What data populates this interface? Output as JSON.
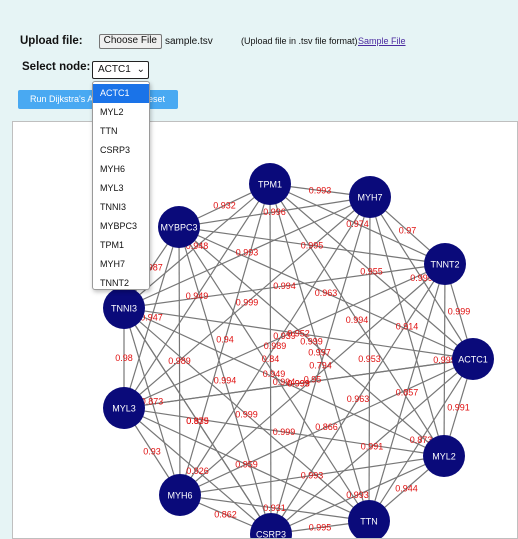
{
  "upload": {
    "label": "Upload file:",
    "button_label": "Choose File",
    "file_name": "sample.tsv",
    "hint": "(Upload file in .tsv file format)",
    "sample_link": "Sample File"
  },
  "select": {
    "label": "Select node:",
    "value": "ACTC1",
    "options": [
      "ACTC1",
      "MYL2",
      "TTN",
      "CSRP3",
      "MYH6",
      "MYL3",
      "TNNI3",
      "MYBPC3",
      "TPM1",
      "MYH7",
      "TNNT2"
    ]
  },
  "run_button": {
    "label": "Run Dijkstra's Alg",
    "reset_label": "eset"
  },
  "colors": {
    "node_fill": "#0a0a7a",
    "edge": "#777777",
    "edge_label": "#e01010",
    "accent": "#49a9f2"
  },
  "graph": {
    "nodes": [
      "TPM1",
      "MYH7",
      "TNNT2",
      "ACTC1",
      "MYL2",
      "TTN",
      "CSRP3",
      "MYH6",
      "MYL3",
      "TNNI3",
      "MYBPC3"
    ],
    "edges": [
      {
        "from": "TPM1",
        "to": "MYH7",
        "weight": "0.993"
      },
      {
        "from": "TPM1",
        "to": "MYBPC3",
        "weight": "0.932"
      },
      {
        "from": "TPM1",
        "to": "TNNI3",
        "weight": "0.948"
      },
      {
        "from": "TPM1",
        "to": "TNNT2",
        "weight": "0.974"
      },
      {
        "from": "TPM1",
        "to": "ACTC1",
        "weight": "0.955"
      },
      {
        "from": "TPM1",
        "to": "MYL2",
        "weight": "0.994"
      },
      {
        "from": "TPM1",
        "to": "TTN",
        "weight": "0.997"
      },
      {
        "from": "TPM1",
        "to": "CSRP3",
        "weight": "0.84"
      },
      {
        "from": "TPM1",
        "to": "MYH6",
        "weight": "0.94"
      },
      {
        "from": "TPM1",
        "to": "MYL3",
        "weight": "0.949"
      },
      {
        "from": "MYH7",
        "to": "TNNT2",
        "weight": "0.97"
      },
      {
        "from": "MYH7",
        "to": "MYBPC3",
        "weight": "0.996"
      },
      {
        "from": "MYH7",
        "to": "TNNI3",
        "weight": "0.993"
      },
      {
        "from": "MYH7",
        "to": "ACTC1",
        "weight": "0.999"
      },
      {
        "from": "MYH7",
        "to": "MYL2",
        "weight": "0.914"
      },
      {
        "from": "MYH7",
        "to": "TTN",
        "weight": "0.953"
      },
      {
        "from": "MYH7",
        "to": "CSRP3",
        "weight": "0.794"
      },
      {
        "from": "MYH7",
        "to": "MYH6",
        "weight": "0.989"
      },
      {
        "from": "MYH7",
        "to": "MYL3",
        "weight": "0.999"
      },
      {
        "from": "TNNT2",
        "to": "ACTC1",
        "weight": "0.999"
      },
      {
        "from": "TNNT2",
        "to": "MYBPC3",
        "weight": "0.995"
      },
      {
        "from": "TNNT2",
        "to": "TNNI3",
        "weight": "0.994"
      },
      {
        "from": "TNNT2",
        "to": "MYL2",
        "weight": "0.999"
      },
      {
        "from": "TNNT2",
        "to": "TTN",
        "weight": "0.857"
      },
      {
        "from": "TNNT2",
        "to": "CSRP3",
        "weight": "0.963"
      },
      {
        "from": "TNNT2",
        "to": "MYH6",
        "weight": "0.95"
      },
      {
        "from": "TNNT2",
        "to": "MYL3",
        "weight": "0.939"
      },
      {
        "from": "ACTC1",
        "to": "MYL2",
        "weight": "0.991"
      },
      {
        "from": "ACTC1",
        "to": "TTN",
        "weight": "0.873"
      },
      {
        "from": "ACTC1",
        "to": "TNNI3",
        "weight": "0.952"
      },
      {
        "from": "ACTC1",
        "to": "MYBPC3",
        "weight": "0.963"
      },
      {
        "from": "ACTC1",
        "to": "MYH6",
        "weight": "0.866"
      },
      {
        "from": "ACTC1",
        "to": "MYL3",
        "weight": "0.999"
      },
      {
        "from": "ACTC1",
        "to": "CSRP3",
        "weight": "0.991"
      },
      {
        "from": "MYL2",
        "to": "TTN",
        "weight": "0.944"
      },
      {
        "from": "MYL2",
        "to": "CSRP3",
        "weight": "0.993"
      },
      {
        "from": "MYL2",
        "to": "MYH6",
        "weight": "0.993"
      },
      {
        "from": "MYL2",
        "to": "MYL3",
        "weight": "0.999"
      },
      {
        "from": "MYL2",
        "to": "TNNI3",
        "weight": "0.994"
      },
      {
        "from": "TTN",
        "to": "CSRP3",
        "weight": "0.995"
      },
      {
        "from": "TTN",
        "to": "MYH6",
        "weight": "0.931"
      },
      {
        "from": "TTN",
        "to": "MYL3",
        "weight": "0.959"
      },
      {
        "from": "TTN",
        "to": "TNNI3",
        "weight": "0.999"
      },
      {
        "from": "CSRP3",
        "to": "MYH6",
        "weight": "0.862"
      },
      {
        "from": "CSRP3",
        "to": "MYL3",
        "weight": "0.926"
      },
      {
        "from": "CSRP3",
        "to": "TNNI3",
        "weight": "0.839"
      },
      {
        "from": "MYH6",
        "to": "MYL3",
        "weight": "0.93"
      },
      {
        "from": "MYH6",
        "to": "TNNI3",
        "weight": "0.873"
      },
      {
        "from": "MYL3",
        "to": "TNNI3",
        "weight": "0.98"
      },
      {
        "from": "MYL3",
        "to": "MYBPC3",
        "weight": "0.947"
      },
      {
        "from": "TNNI3",
        "to": "MYBPC3",
        "weight": "0.987"
      },
      {
        "from": "MYBPC3",
        "to": "MYH6",
        "weight": "0.989"
      },
      {
        "from": "MYBPC3",
        "to": "TTN",
        "weight": "0.949"
      },
      {
        "from": "MYBPC3",
        "to": "MYL2",
        "weight": "0.999"
      },
      {
        "from": "TNNI3",
        "to": "CSRP3",
        "weight": "0.975"
      },
      {
        "from": "MYBPC3",
        "to": "CSRP3",
        "weight": "0.994"
      },
      {
        "from": "MYL3",
        "to": "ACTC1",
        "weight": "0.993"
      }
    ]
  }
}
